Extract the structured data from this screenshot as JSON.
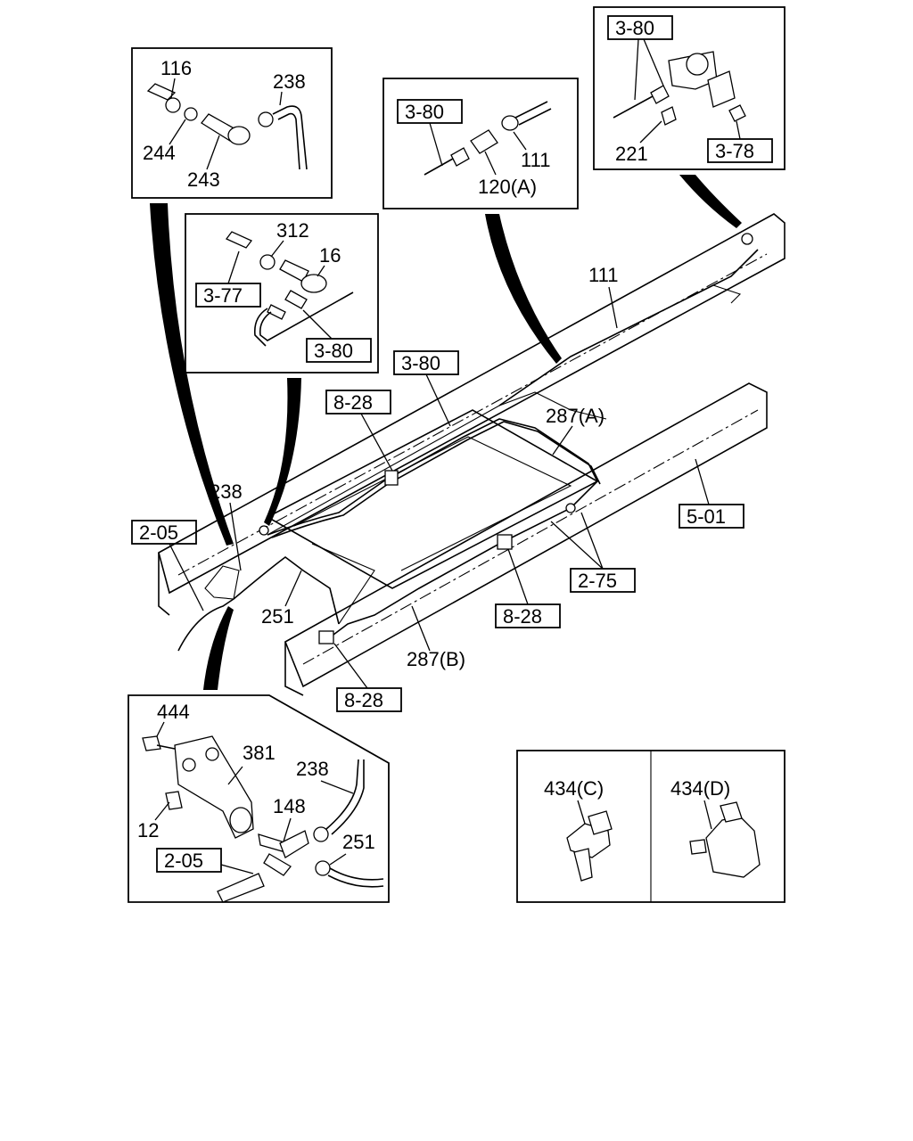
{
  "diagram": {
    "main_labels": {
      "l_111": "111",
      "l_3_80": "3-80",
      "l_287a": "287(A)",
      "l_8_28_top": "8-28",
      "l_5_01": "5-01",
      "l_238": "238",
      "l_2_05": "2-05",
      "l_251": "251",
      "l_2_75": "2-75",
      "l_8_28_mid": "8-28",
      "l_287b": "287(B)",
      "l_8_28_bot": "8-28"
    },
    "inset_a": {
      "l_116": "116",
      "l_238": "238",
      "l_244": "244",
      "l_243": "243"
    },
    "inset_b": {
      "l_312": "312",
      "l_16": "16",
      "l_3_77": "3-77",
      "l_3_80": "3-80"
    },
    "inset_c": {
      "l_3_80": "3-80",
      "l_111": "111",
      "l_120a": "120(A)"
    },
    "inset_d": {
      "l_3_80": "3-80",
      "l_221": "221",
      "l_3_78": "3-78"
    },
    "inset_e": {
      "l_444": "444",
      "l_381": "381",
      "l_238": "238",
      "l_12": "12",
      "l_148": "148",
      "l_2_05": "2-05",
      "l_251": "251"
    },
    "inset_f": {
      "l_434c": "434(C)",
      "l_434d": "434(D)"
    }
  }
}
